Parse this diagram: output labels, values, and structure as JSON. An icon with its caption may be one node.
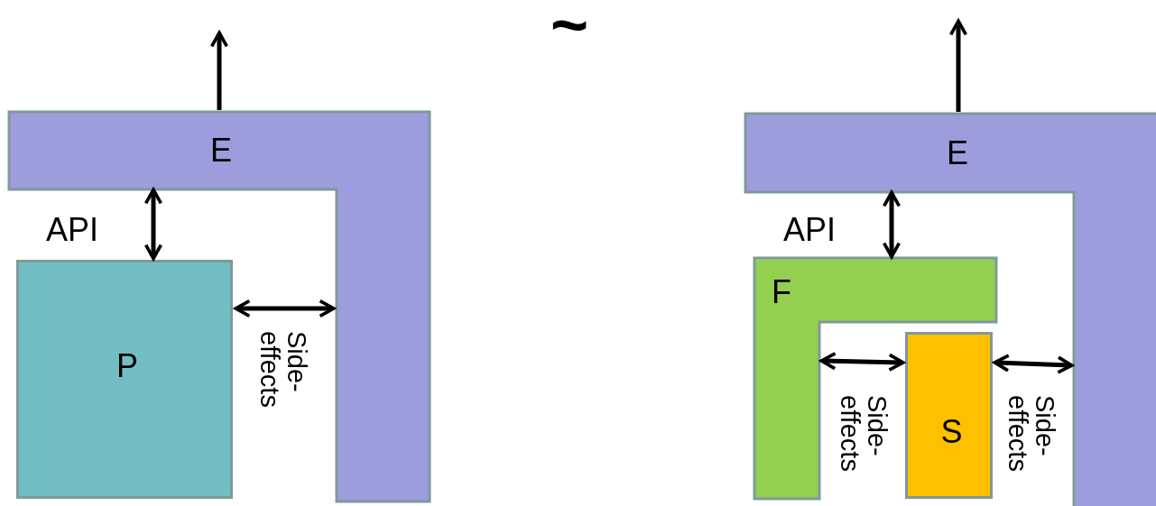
{
  "diagram": {
    "nodes": [
      {
        "text": [
          "E"
        ]
      },
      {
        "text": [
          "P"
        ]
      },
      {
        "text": [
          "E"
        ]
      },
      {
        "text": [
          "F"
        ]
      },
      {
        "text": [
          "S"
        ]
      }
    ],
    "edges": [
      {
        "from": 0,
        "to": null,
        "arrow": "to"
      },
      {
        "from": 0,
        "to": 1,
        "arrow": "both",
        "label": "API"
      },
      {
        "from": 1,
        "to": 0,
        "arrow": "both",
        "label": "Side-effects"
      },
      {
        "from": 2,
        "to": null,
        "arrow": "to"
      },
      {
        "from": 2,
        "to": 3,
        "arrow": "both",
        "label": "API"
      },
      {
        "from": 4,
        "to": 3,
        "arrow": "both",
        "label": "Side-effects"
      },
      {
        "from": 4,
        "to": 2,
        "arrow": "both",
        "label": "Side-effects"
      }
    ],
    "labels": [
      "~"
    ]
  }
}
